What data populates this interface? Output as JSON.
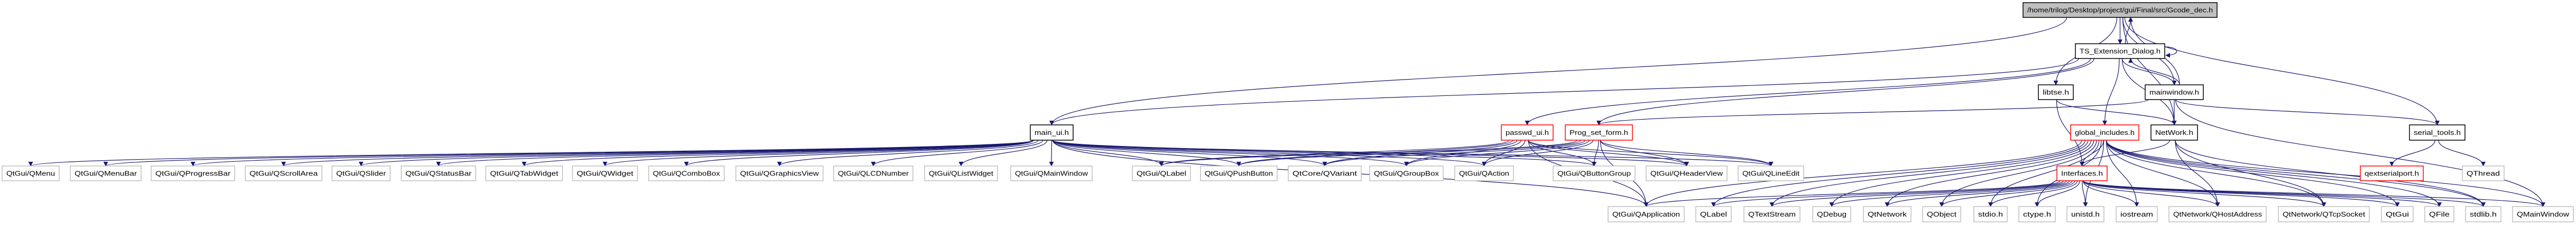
{
  "graph": {
    "edge_color": "#191970",
    "nodes": [
      {
        "id": "root",
        "label": "/home/trilog/Desktop/project/gui/Final/src/Gcode_dec.h",
        "kind": "root"
      },
      {
        "id": "ts",
        "label": "TS_Extension_Dialog.h",
        "kind": "internal"
      },
      {
        "id": "libtse",
        "label": "libtse.h",
        "kind": "internal"
      },
      {
        "id": "mainwindow",
        "label": "mainwindow.h",
        "kind": "internal"
      },
      {
        "id": "main_ui",
        "label": "main_ui.h",
        "kind": "internal"
      },
      {
        "id": "passwd",
        "label": "passwd_ui.h",
        "kind": "red"
      },
      {
        "id": "prog",
        "label": "Prog_set_form.h",
        "kind": "red"
      },
      {
        "id": "global",
        "label": "global_includes.h",
        "kind": "red"
      },
      {
        "id": "network",
        "label": "NetWork.h",
        "kind": "internal"
      },
      {
        "id": "serial",
        "label": "serial_tools.h",
        "kind": "internal"
      },
      {
        "id": "qmenu",
        "label": "QtGui/QMenu",
        "kind": "external"
      },
      {
        "id": "qmenubar",
        "label": "QtGui/QMenuBar",
        "kind": "external"
      },
      {
        "id": "qprogress",
        "label": "QtGui/QProgressBar",
        "kind": "external"
      },
      {
        "id": "qscroll",
        "label": "QtGui/QScrollArea",
        "kind": "external"
      },
      {
        "id": "qslider",
        "label": "QtGui/QSlider",
        "kind": "external"
      },
      {
        "id": "qstatus",
        "label": "QtGui/QStatusBar",
        "kind": "external"
      },
      {
        "id": "qtab",
        "label": "QtGui/QTabWidget",
        "kind": "external"
      },
      {
        "id": "qwidget",
        "label": "QtGui/QWidget",
        "kind": "external"
      },
      {
        "id": "qcombo",
        "label": "QtGui/QComboBox",
        "kind": "external"
      },
      {
        "id": "qgraphics",
        "label": "QtGui/QGraphicsView",
        "kind": "external"
      },
      {
        "id": "qlcd",
        "label": "QtGui/QLCDNumber",
        "kind": "external"
      },
      {
        "id": "qlist",
        "label": "QtGui/QListWidget",
        "kind": "external"
      },
      {
        "id": "qmainwin_gui",
        "label": "QtGui/QMainWindow",
        "kind": "external"
      },
      {
        "id": "qlabel_gui",
        "label": "QtGui/QLabel",
        "kind": "external"
      },
      {
        "id": "qpush",
        "label": "QtGui/QPushButton",
        "kind": "external"
      },
      {
        "id": "qvariant",
        "label": "QtCore/QVariant",
        "kind": "external"
      },
      {
        "id": "qgroup",
        "label": "QtGui/QGroupBox",
        "kind": "external"
      },
      {
        "id": "qaction",
        "label": "QtGui/QAction",
        "kind": "external"
      },
      {
        "id": "qbtngroup",
        "label": "QtGui/QButtonGroup",
        "kind": "external"
      },
      {
        "id": "qheader",
        "label": "QtGui/QHeaderView",
        "kind": "external"
      },
      {
        "id": "qlineedit",
        "label": "QtGui/QLineEdit",
        "kind": "external"
      },
      {
        "id": "interfaces",
        "label": "Interfaces.h",
        "kind": "red"
      },
      {
        "id": "qext",
        "label": "qextserialport.h",
        "kind": "red"
      },
      {
        "id": "qthread",
        "label": "QThread",
        "kind": "external"
      },
      {
        "id": "qapp",
        "label": "QtGui/QApplication",
        "kind": "external"
      },
      {
        "id": "qlabel",
        "label": "QLabel",
        "kind": "external"
      },
      {
        "id": "qtextstream",
        "label": "QTextStream",
        "kind": "external"
      },
      {
        "id": "qdebug",
        "label": "QDebug",
        "kind": "external"
      },
      {
        "id": "qtnetwork",
        "label": "QtNetwork",
        "kind": "external"
      },
      {
        "id": "qobject",
        "label": "QObject",
        "kind": "external"
      },
      {
        "id": "stdio",
        "label": "stdio.h",
        "kind": "external"
      },
      {
        "id": "ctype",
        "label": "ctype.h",
        "kind": "external"
      },
      {
        "id": "unistd",
        "label": "unistd.h",
        "kind": "external"
      },
      {
        "id": "iostream",
        "label": "iostream",
        "kind": "external"
      },
      {
        "id": "qhost",
        "label": "QtNetwork/QHostAddress",
        "kind": "external"
      },
      {
        "id": "qtcp",
        "label": "QtNetwork/QTcpSocket",
        "kind": "external"
      },
      {
        "id": "qtgui",
        "label": "QtGui",
        "kind": "external"
      },
      {
        "id": "qfile",
        "label": "QFile",
        "kind": "external"
      },
      {
        "id": "stdlib",
        "label": "stdlib.h",
        "kind": "external"
      },
      {
        "id": "qmainwindow",
        "label": "QMainWindow",
        "kind": "external"
      }
    ],
    "edges": [
      [
        "root",
        "ts"
      ],
      [
        "root",
        "libtse"
      ],
      [
        "root",
        "main_ui"
      ],
      [
        "root",
        "mainwindow"
      ],
      [
        "root",
        "network"
      ],
      [
        "root",
        "serial"
      ],
      [
        "ts",
        "root"
      ],
      [
        "ts",
        "ts"
      ],
      [
        "ts",
        "main_ui"
      ],
      [
        "ts",
        "passwd"
      ],
      [
        "ts",
        "prog"
      ],
      [
        "ts",
        "global"
      ],
      [
        "ts",
        "mainwindow"
      ],
      [
        "ts",
        "network"
      ],
      [
        "mainwindow",
        "ts"
      ],
      [
        "mainwindow",
        "root"
      ],
      [
        "mainwindow",
        "prog"
      ],
      [
        "mainwindow",
        "network"
      ],
      [
        "mainwindow",
        "serial"
      ],
      [
        "mainwindow",
        "qmainwindow"
      ],
      [
        "libtse",
        "network"
      ],
      [
        "libtse",
        "interfaces"
      ],
      [
        "main_ui",
        "qmenu"
      ],
      [
        "main_ui",
        "qmenubar"
      ],
      [
        "main_ui",
        "qprogress"
      ],
      [
        "main_ui",
        "qscroll"
      ],
      [
        "main_ui",
        "qslider"
      ],
      [
        "main_ui",
        "qstatus"
      ],
      [
        "main_ui",
        "qtab"
      ],
      [
        "main_ui",
        "qwidget"
      ],
      [
        "main_ui",
        "qcombo"
      ],
      [
        "main_ui",
        "qgraphics"
      ],
      [
        "main_ui",
        "qlcd"
      ],
      [
        "main_ui",
        "qlist"
      ],
      [
        "main_ui",
        "qmainwin_gui"
      ],
      [
        "main_ui",
        "qlabel_gui"
      ],
      [
        "main_ui",
        "qpush"
      ],
      [
        "main_ui",
        "qvariant"
      ],
      [
        "main_ui",
        "qgroup"
      ],
      [
        "main_ui",
        "qaction"
      ],
      [
        "main_ui",
        "qbtngroup"
      ],
      [
        "main_ui",
        "qheader"
      ],
      [
        "main_ui",
        "qlineedit"
      ],
      [
        "main_ui",
        "qapp"
      ],
      [
        "passwd",
        "qlabel_gui"
      ],
      [
        "passwd",
        "qpush"
      ],
      [
        "passwd",
        "qvariant"
      ],
      [
        "passwd",
        "qgroup"
      ],
      [
        "passwd",
        "qaction"
      ],
      [
        "passwd",
        "qbtngroup"
      ],
      [
        "passwd",
        "qheader"
      ],
      [
        "passwd",
        "qlineedit"
      ],
      [
        "passwd",
        "qapp"
      ],
      [
        "prog",
        "qlabel_gui"
      ],
      [
        "prog",
        "qpush"
      ],
      [
        "prog",
        "qvariant"
      ],
      [
        "prog",
        "qgroup"
      ],
      [
        "prog",
        "qaction"
      ],
      [
        "prog",
        "qbtngroup"
      ],
      [
        "prog",
        "qheader"
      ],
      [
        "prog",
        "qlineedit"
      ],
      [
        "prog",
        "qapp"
      ],
      [
        "global",
        "interfaces"
      ],
      [
        "global",
        "qapp"
      ],
      [
        "global",
        "qlabel"
      ],
      [
        "global",
        "qtextstream"
      ],
      [
        "global",
        "qdebug"
      ],
      [
        "global",
        "qtnetwork"
      ],
      [
        "global",
        "qobject"
      ],
      [
        "global",
        "stdio"
      ],
      [
        "global",
        "ctype"
      ],
      [
        "global",
        "unistd"
      ],
      [
        "global",
        "iostream"
      ],
      [
        "global",
        "qhost"
      ],
      [
        "global",
        "qtcp"
      ],
      [
        "global",
        "qtgui"
      ],
      [
        "global",
        "qfile"
      ],
      [
        "global",
        "stdlib"
      ],
      [
        "global",
        "qmainwindow"
      ],
      [
        "network",
        "interfaces"
      ],
      [
        "network",
        "qhost"
      ],
      [
        "network",
        "qtcp"
      ],
      [
        "network",
        "stdlib"
      ],
      [
        "interfaces",
        "qapp"
      ],
      [
        "interfaces",
        "qlabel"
      ],
      [
        "interfaces",
        "qtextstream"
      ],
      [
        "interfaces",
        "qdebug"
      ],
      [
        "interfaces",
        "qtnetwork"
      ],
      [
        "interfaces",
        "qobject"
      ],
      [
        "interfaces",
        "stdio"
      ],
      [
        "interfaces",
        "ctype"
      ],
      [
        "interfaces",
        "unistd"
      ],
      [
        "interfaces",
        "iostream"
      ],
      [
        "interfaces",
        "qhost"
      ],
      [
        "interfaces",
        "qtcp"
      ],
      [
        "interfaces",
        "qtgui"
      ],
      [
        "interfaces",
        "qfile"
      ],
      [
        "interfaces",
        "stdlib"
      ],
      [
        "interfaces",
        "qmainwindow"
      ],
      [
        "serial",
        "qext"
      ],
      [
        "serial",
        "qthread"
      ]
    ]
  }
}
